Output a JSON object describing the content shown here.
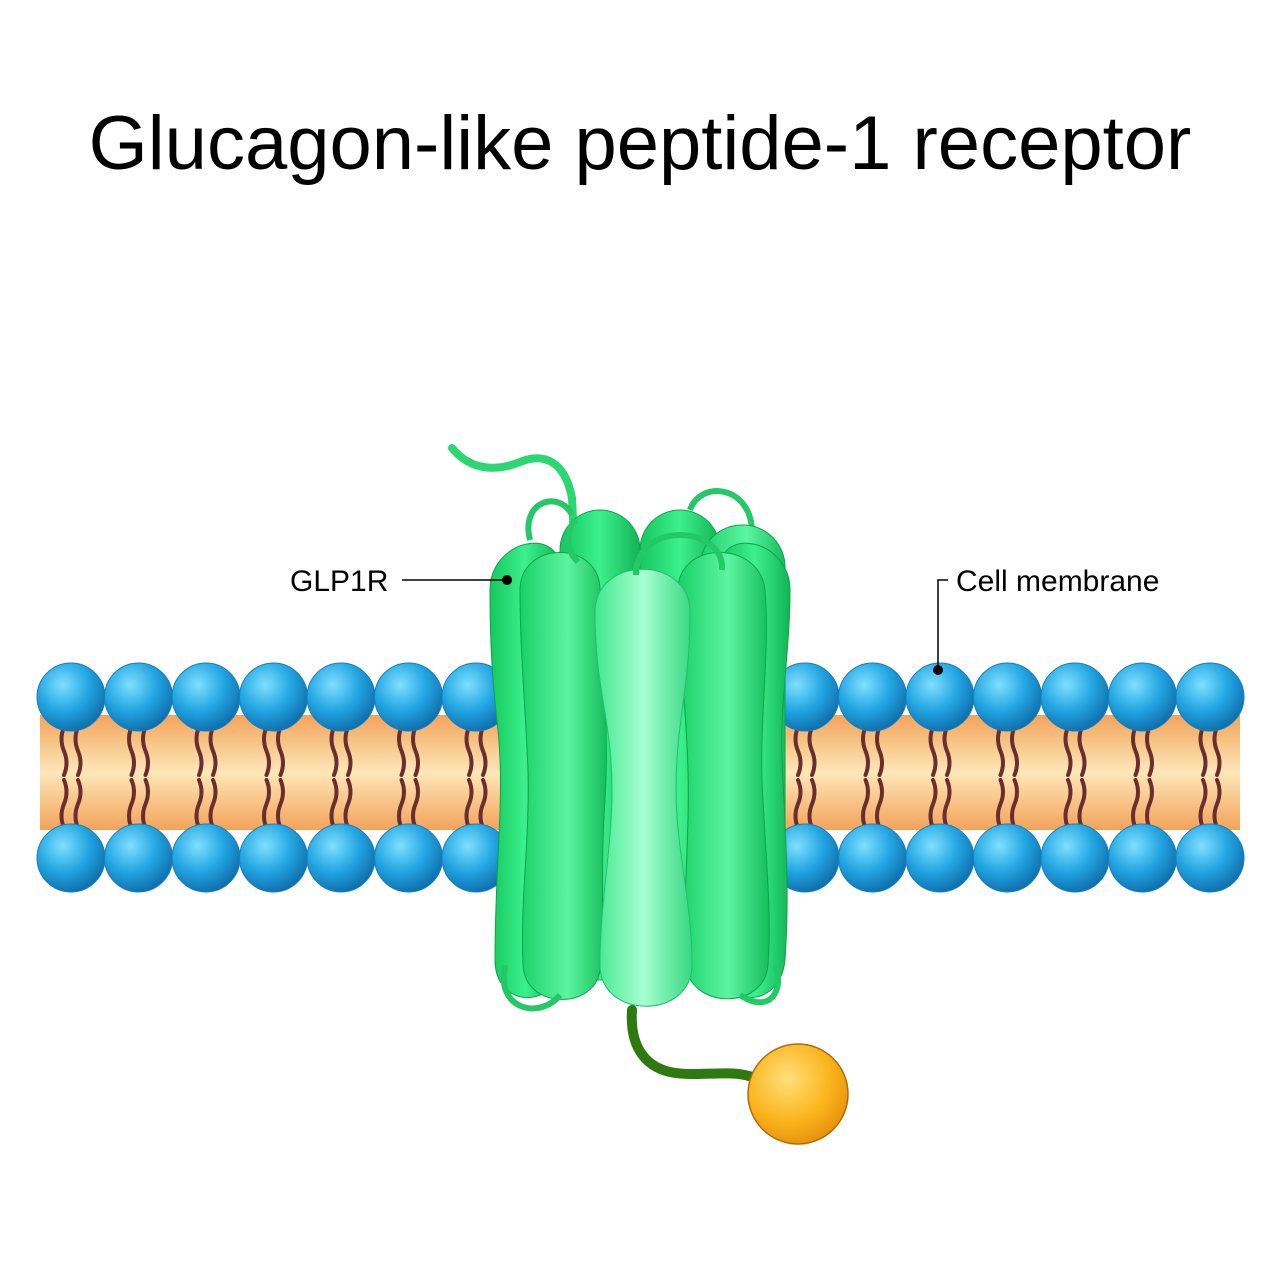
{
  "title": "Glucagon-like peptide-1 receptor",
  "labels": {
    "receptor": "GLP1R",
    "membrane": "Cell membrane"
  },
  "colors": {
    "head": "#29a8e0",
    "lipid_core": "#f7c77a",
    "receptor": "#2ee07a",
    "tail": "#2f7a10",
    "ligand": "#f8b41e"
  }
}
